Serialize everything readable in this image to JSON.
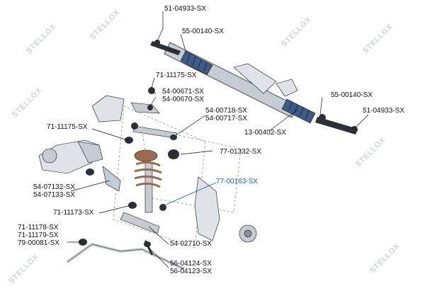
{
  "watermark_text": "STELLOX",
  "part_labels": {
    "tie_rod_end_left_top": "51-04933-SX",
    "rack_boot_left": "55-00140-SX",
    "bushing_upper_1": "71-11175-SX",
    "upper_arm_front": "54-00671-SX",
    "upper_arm_rear": "54-00670-SX",
    "upper_arm_2a": "54-00718-SX",
    "upper_arm_2b": "54-00717-SX",
    "bushing_left": "71-11175-SX",
    "rack_boot_right": "55-00140-SX",
    "tie_rod_end_right": "51-04933-SX",
    "tie_rod_inner": "13-00402-SX",
    "strut_mount": "77-01332-SX",
    "strut_bearing_highlight": "77-00163-SX",
    "lower_arm_a": "54-07132-SX",
    "lower_arm_b": "54-07133-SX",
    "bushing_lower": "71-11173-SX",
    "bushing_a": "71-11178-SX",
    "bushing_b": "71-11179-SX",
    "stabilizer_link": "79-00081-SX",
    "control_arm_lower": "54-02710-SX",
    "stab_link_a": "56-04124-SX",
    "stab_link_b": "56-04123-SX"
  },
  "colors": {
    "line": "#111111",
    "highlight": "#1a63b8",
    "part_dark": "#2b2f36",
    "boot_blue": "#3e5a86",
    "metal": "#c7ccd3",
    "watermark": "#cfd4dc"
  }
}
